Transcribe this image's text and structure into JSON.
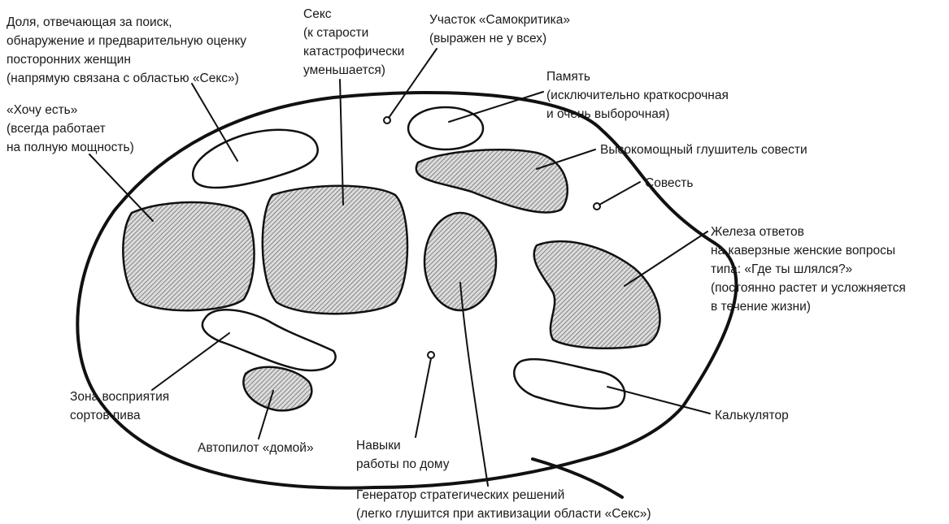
{
  "labels": {
    "search_lobe": [
      "Доля, отвечающая за поиск,",
      "обнаружение и предварительную оценку",
      "посторонних женщин",
      "(напрямую связана с областью «Секс»)"
    ],
    "want_to_eat": [
      "«Хочу есть»",
      "(всегда работает",
      "на полную мощность)"
    ],
    "sex": [
      "Секс",
      "(к старости",
      "катастрофически",
      "уменьшается)"
    ],
    "self_criticism": [
      "Участок «Самокритика»",
      "(выражен не у всех)"
    ],
    "memory": [
      "Память",
      "(исключительно краткосрочная",
      "и очень выборочная)"
    ],
    "conscience_silencer": [
      "Высокомощный глушитель совести"
    ],
    "conscience": [
      "Совесть"
    ],
    "answer_gland": [
      "Железа ответов",
      "на каверзные женские вопросы",
      "типа: «Где ты шлялся?»",
      "(постоянно растет и усложняется",
      "в течение жизни)"
    ],
    "beer_zone": [
      "Зона восприятия",
      "сортов пива"
    ],
    "autopilot": [
      "Автопилот «домой»"
    ],
    "housework": [
      "Навыки",
      "работы по дому"
    ],
    "calculator": [
      "Калькулятор"
    ],
    "strategy_generator": [
      "Генератор стратегических решений",
      "(легко глушится при активизации области «Секс»)"
    ]
  }
}
